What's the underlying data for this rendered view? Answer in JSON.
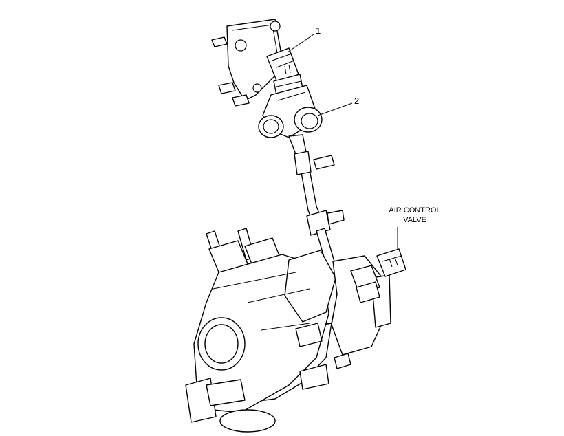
{
  "callouts": [
    {
      "id": "1",
      "text": "1"
    },
    {
      "id": "2",
      "text": "2"
    }
  ],
  "air_control_valve": {
    "line1": "AIR CONTROL",
    "line2": "VALVE"
  },
  "colors": {
    "line": "#000000",
    "background": "#ffffff"
  }
}
